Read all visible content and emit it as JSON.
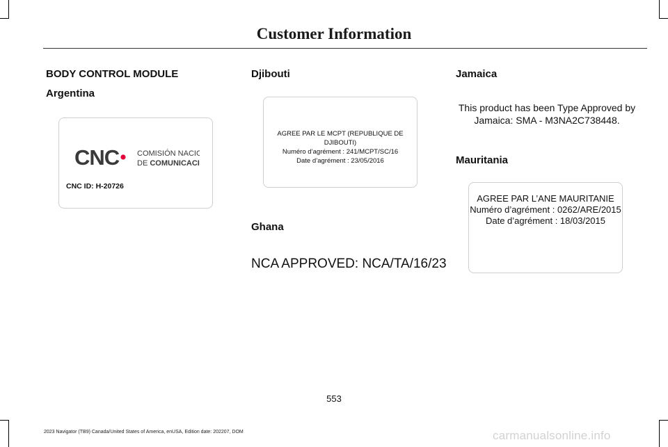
{
  "page": {
    "title": "Customer Information",
    "page_number": "553",
    "footer": "2023 Navigator (TB9) Canada/United States of America, enUSA, Edition date: 202207, DOM",
    "watermark": "carmanualsonline.info"
  },
  "sections": {
    "body_control_module": "BODY CONTROL MODULE",
    "argentina": {
      "heading": "Argentina",
      "logo_letters": "CNC",
      "logo_line1": "COMISIÓN NACIONAL",
      "logo_line2_prefix": "DE",
      "logo_line2_bold": "COMUNICACIONES",
      "cnc_id": "CNC ID: H-20726",
      "accent_color": "#e4003a",
      "logo_color": "#3a3a3a"
    },
    "djibouti": {
      "heading": "Djibouti",
      "lines": [
        "AGREE PAR LE MCPT (REPUBLIQUE DE DJIBOUTI)",
        "Numéro d’agrément : 241/MCPT/SC/16",
        "Date d’agrément : 23/05/2016"
      ]
    },
    "ghana": {
      "heading": "Ghana",
      "text": "NCA APPROVED: NCA/TA/16/23"
    },
    "jamaica": {
      "heading": "Jamaica",
      "text": "This product has been Type Approved by Jamaica: SMA - M3NA2C738448."
    },
    "mauritania": {
      "heading": "Mauritania",
      "lines": [
        "AGREE PAR L’ANE MAURITANIE",
        "Numéro d’agrément : 0262/ARE/2015",
        "Date d’agrément : 18/03/2015"
      ]
    }
  }
}
